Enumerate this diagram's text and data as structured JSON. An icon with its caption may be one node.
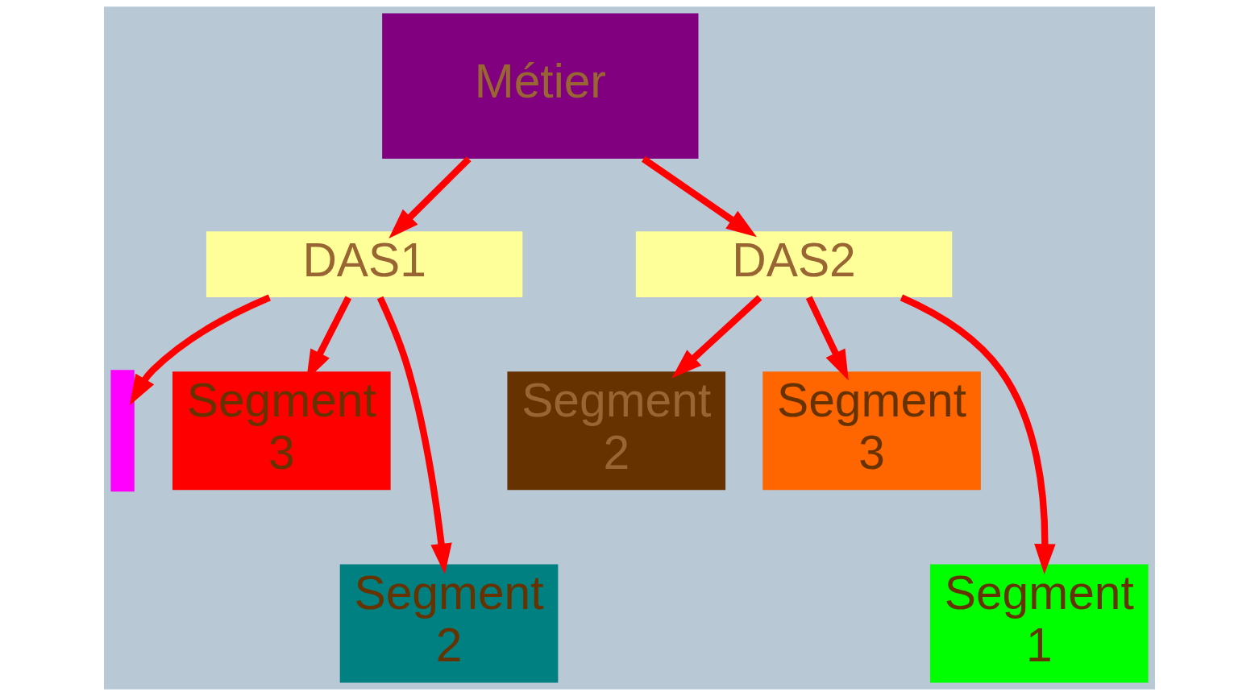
{
  "diagram": {
    "nodes": [
      {
        "text": [
          "Métier"
        ]
      },
      {
        "text": [
          "DAS1"
        ]
      },
      {
        "text": [
          "DAS2"
        ]
      },
      {
        "text": [],
        "shape": "box"
      },
      {
        "text": [
          "Segment 3"
        ]
      },
      {
        "text": [
          "Segment 2"
        ]
      },
      {
        "text": [
          "Segment 3"
        ]
      },
      {
        "text": [
          "Segment 2"
        ]
      },
      {
        "text": [
          "Segment 1"
        ]
      }
    ],
    "edges": [
      {
        "from": 0,
        "to": 1,
        "arrow": "to"
      },
      {
        "from": 0,
        "to": 2,
        "arrow": "to"
      },
      {
        "from": 1,
        "to": 3,
        "arrow": "to"
      },
      {
        "from": 1,
        "to": 7,
        "arrow": "to"
      },
      {
        "from": 1,
        "to": 4,
        "arrow": "to"
      },
      {
        "from": 2,
        "to": 5,
        "arrow": "to"
      },
      {
        "from": 2,
        "to": 8,
        "arrow": "to"
      },
      {
        "from": 2,
        "to": 6,
        "arrow": "to"
      }
    ]
  }
}
